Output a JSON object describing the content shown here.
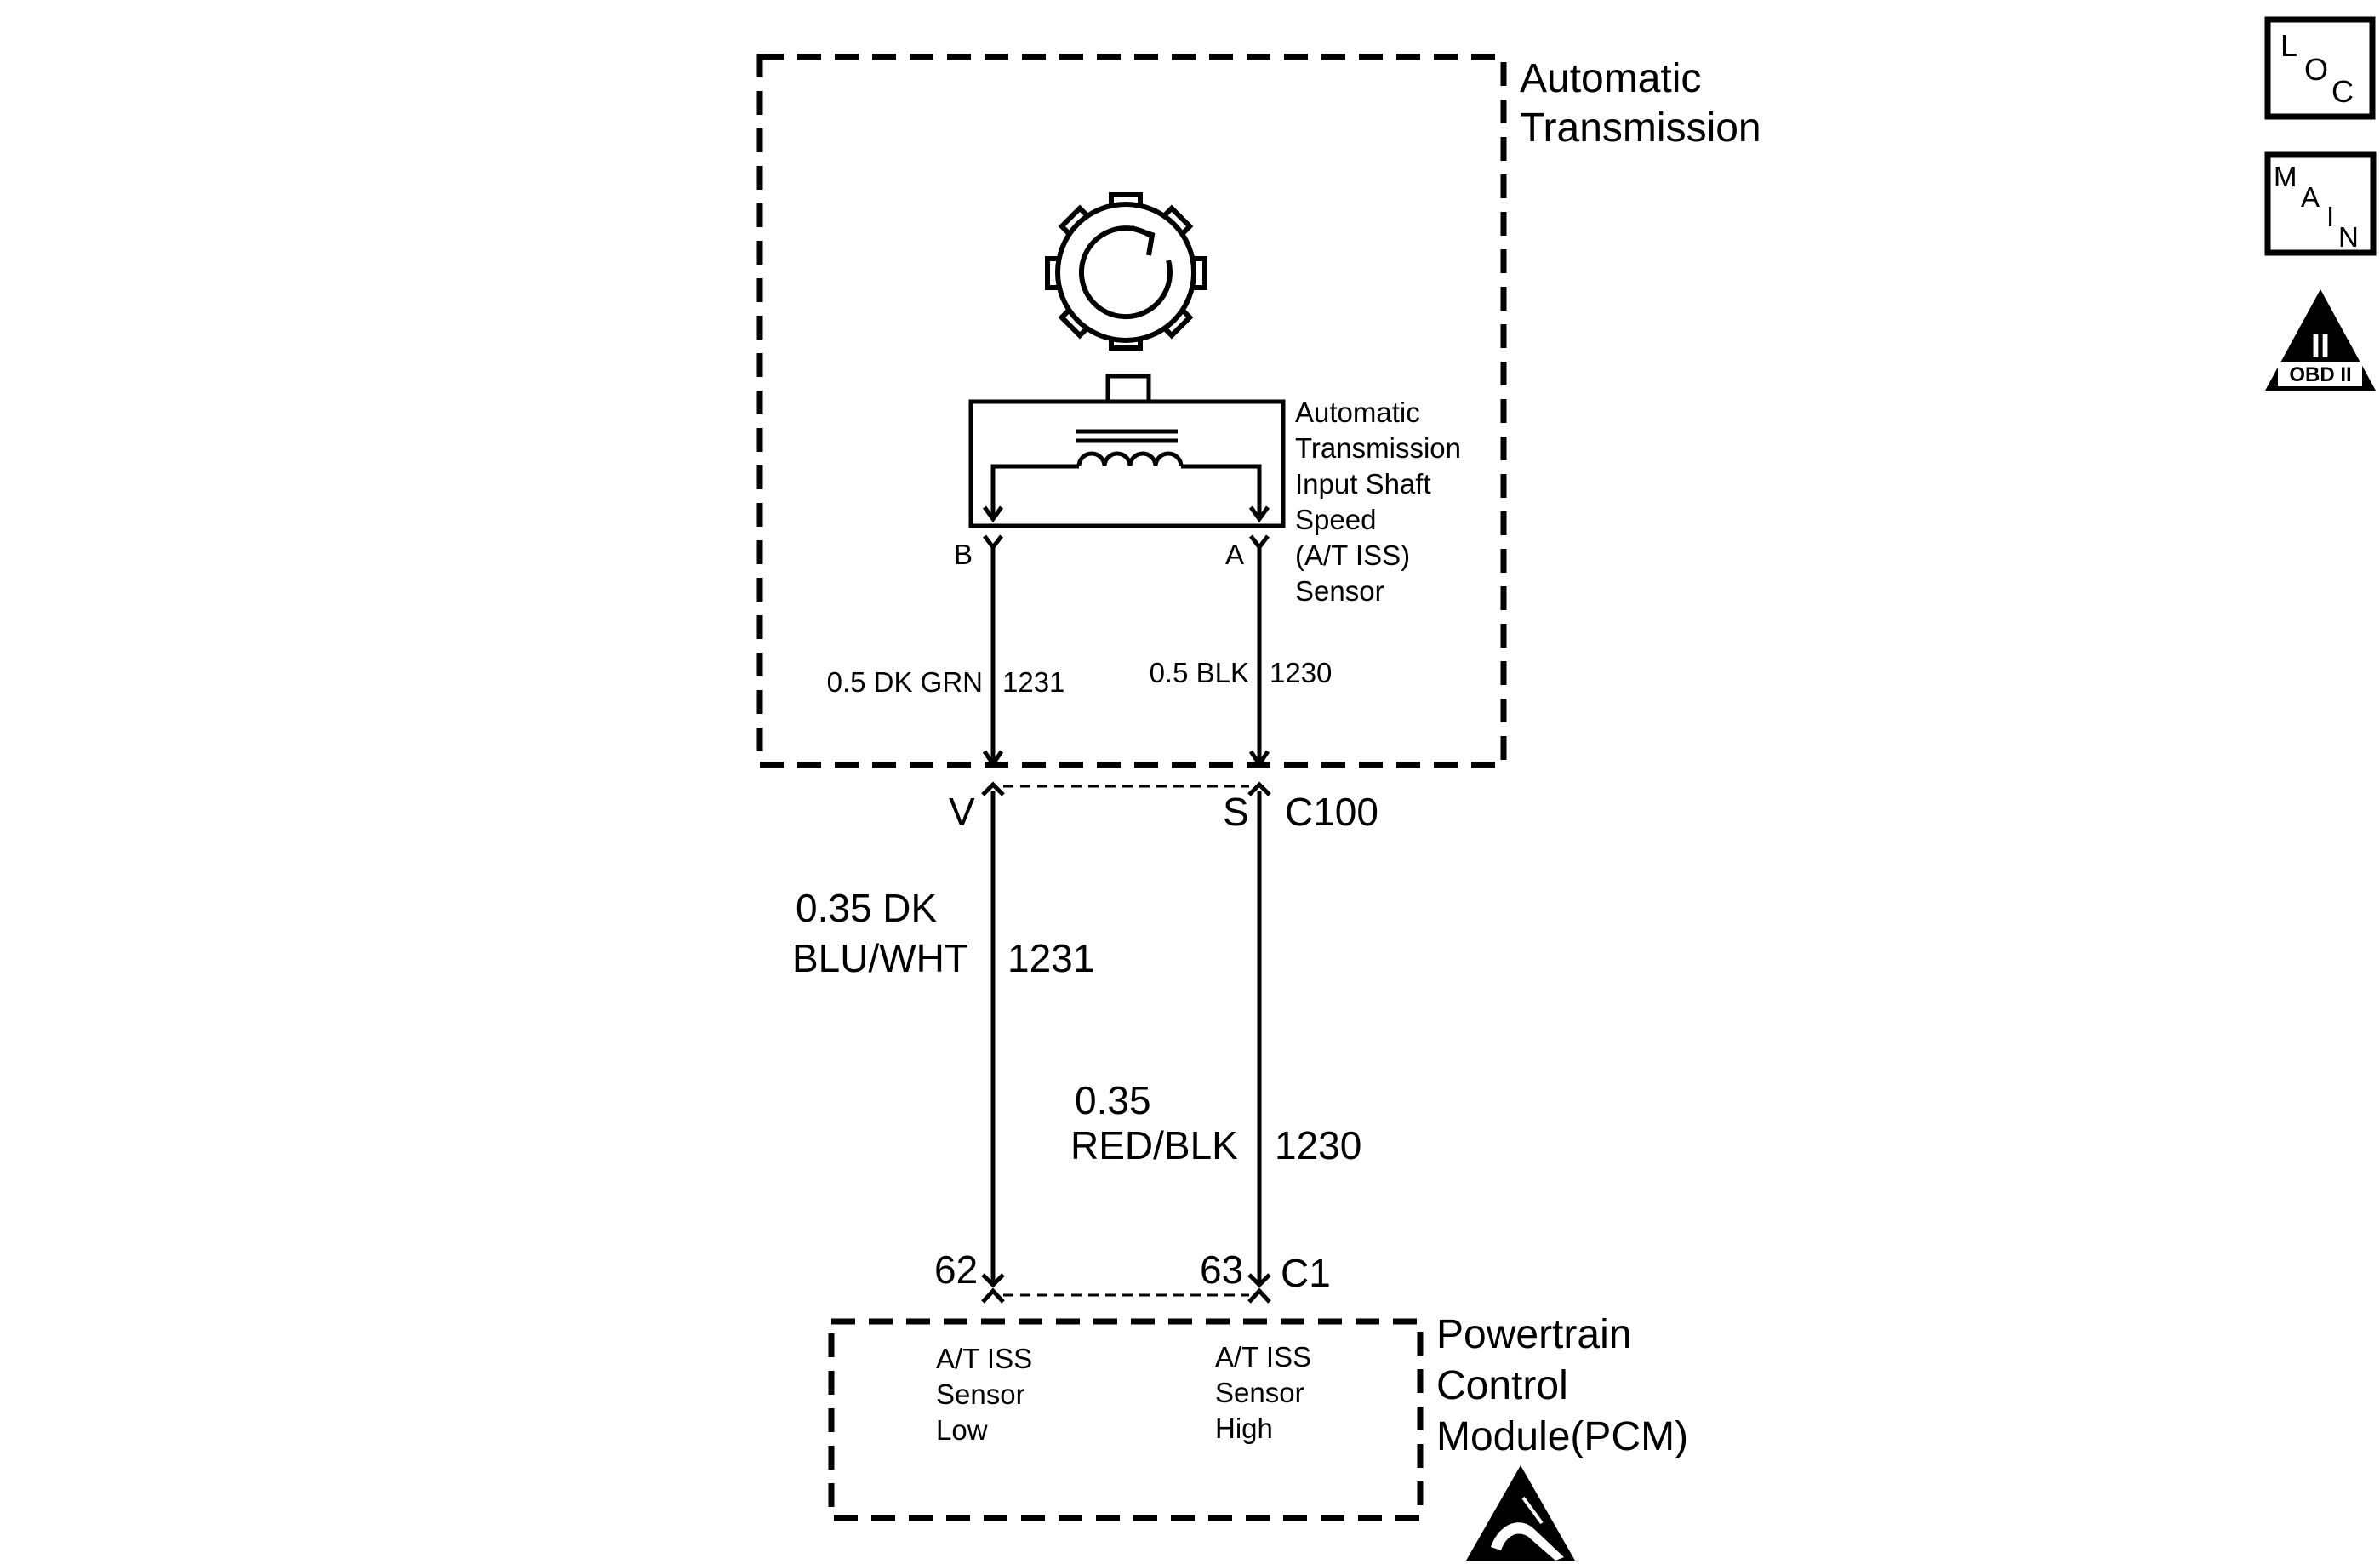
{
  "transmission": {
    "title_line1": "Automatic",
    "title_line2": "Transmission"
  },
  "sensor": {
    "label_lines": [
      "Automatic",
      "Transmission",
      "Input Shaft",
      "Speed",
      "(A/T ISS)",
      "Sensor"
    ],
    "pin_b": "B",
    "pin_a": "A"
  },
  "inner_wires": {
    "left": {
      "spec": "0.5 DK GRN",
      "circuit": "1231"
    },
    "right": {
      "spec": "0.5 BLK",
      "circuit": "1230"
    }
  },
  "connector_c100": {
    "name": "C100",
    "pin_left": "V",
    "pin_right": "S"
  },
  "outer_wires": {
    "left": {
      "spec_line1": "0.35 DK",
      "spec_line2": "BLU/WHT",
      "circuit": "1231"
    },
    "right": {
      "spec_line1": "0.35",
      "spec_line2": "RED/BLK",
      "circuit": "1230"
    }
  },
  "connector_c1": {
    "name": "C1",
    "pin_left": "62",
    "pin_right": "63"
  },
  "pcm": {
    "title_lines": [
      "Powertrain",
      "Control",
      "Module(PCM)"
    ],
    "input_low_lines": [
      "A/T ISS",
      "Sensor",
      "Low"
    ],
    "input_high_lines": [
      "A/T ISS",
      "Sensor",
      "High"
    ]
  },
  "nav": {
    "loc": {
      "l": "L",
      "o": "O",
      "c": "C"
    },
    "main": {
      "m": "M",
      "a": "A",
      "i": "I",
      "n": "N"
    },
    "obd": {
      "numeral": "II",
      "label": "OBD II"
    }
  },
  "icons": [
    "rotating-gear-icon",
    "esd-warning-icon",
    "obd-ii-icon"
  ]
}
